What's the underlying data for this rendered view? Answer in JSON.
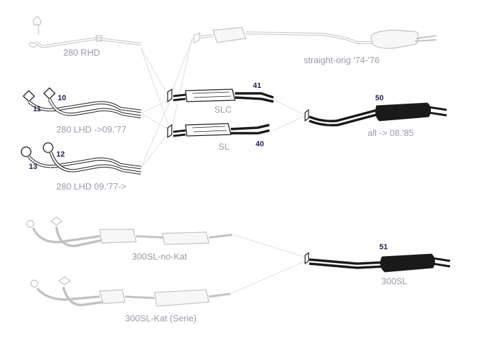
{
  "colors": {
    "background": "#ffffff",
    "label": "#9a9aa6",
    "part_number": "#1a1f4d",
    "faded_part": "#c2c2c2",
    "dark_part": "#1a1a1a",
    "connector_line": "#dedede"
  },
  "parts": {
    "rhd_pipe": {
      "label": "280 RHD"
    },
    "lhd_pre77": {
      "label": "280 LHD ->09.'77",
      "num_a": "11",
      "num_b": "10"
    },
    "lhd_post77": {
      "label": "280 LHD  09.'77->",
      "num_a": "13",
      "num_b": "12"
    },
    "slc_pipe": {
      "label": "SLC",
      "num": "41"
    },
    "sl_pipe": {
      "label": "SL",
      "num": "40"
    },
    "straight_orig": {
      "label": "straight-orig '74-'76"
    },
    "rear_all": {
      "label": "all -> 08.'85",
      "num": "50"
    },
    "sl300_nokat": {
      "label": "300SL-no-Kat"
    },
    "sl300_kat": {
      "label": "300SL-Kat (Serie)"
    },
    "sl300_rear": {
      "label": "300SL",
      "num": "51"
    }
  }
}
